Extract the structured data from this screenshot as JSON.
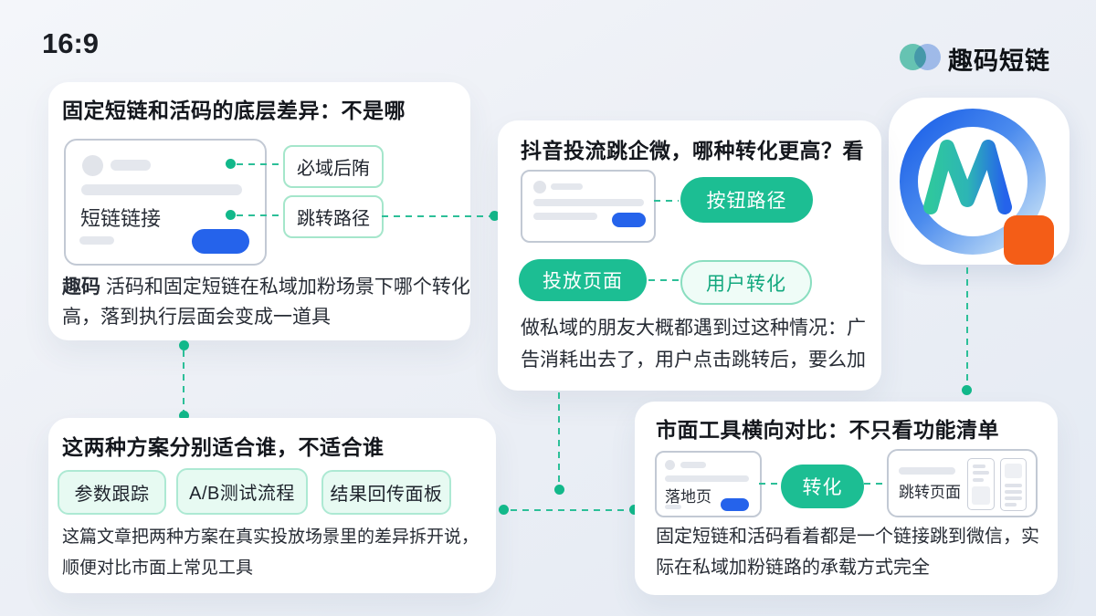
{
  "meta": {
    "ratio_label": "16:9"
  },
  "brand": {
    "name": "趣码短链",
    "icon_letter": "M",
    "accent_teal": "#1cbe93",
    "accent_blue": "#2563eb",
    "accent_orange": "#f45d17"
  },
  "card_diff": {
    "title": "固定短链和活码的底层差异：不是哪",
    "mockup_label": "短链链接",
    "callout_top": "必域后陏",
    "callout_bottom": "跳转路径",
    "body_bold": "趣码",
    "body_line1_rest": "活码和固定短链在私域加粉场景下哪个转化",
    "body_line2": "高，落到执行层面会变成一道具"
  },
  "card_douyin": {
    "title": "抖音投流跳企微，哪种转化更高？看",
    "pill_button_path": "按钮路径",
    "pill_landing": "投放页面",
    "pill_user_conv": "用户转化",
    "body_line1": "做私域的朋友大概都遇到过这种情况：广",
    "body_line2": "告消耗出去了，用户点击跳转后，要么加"
  },
  "card_fit": {
    "title": "这两种方案分别适合谁，不适合谁",
    "tags": [
      "参数跟踪",
      "A/B测试流程",
      "结果回传面板"
    ],
    "body_line1": "这篇文章把两种方案在真实投放场景里的差异拆开说，",
    "body_line2": "顺便对比市面上常见工具"
  },
  "card_compare": {
    "title": "市面工具横向对比：不只看功能清单",
    "mockup_left_label": "落地页",
    "pill_convert": "转化",
    "mockup_right_label": "跳转页面",
    "body_line1": "固定短链和活码看着都是一个链接跳到微信，实",
    "body_line2": "际在私域加粉链路的承载方式完全"
  }
}
